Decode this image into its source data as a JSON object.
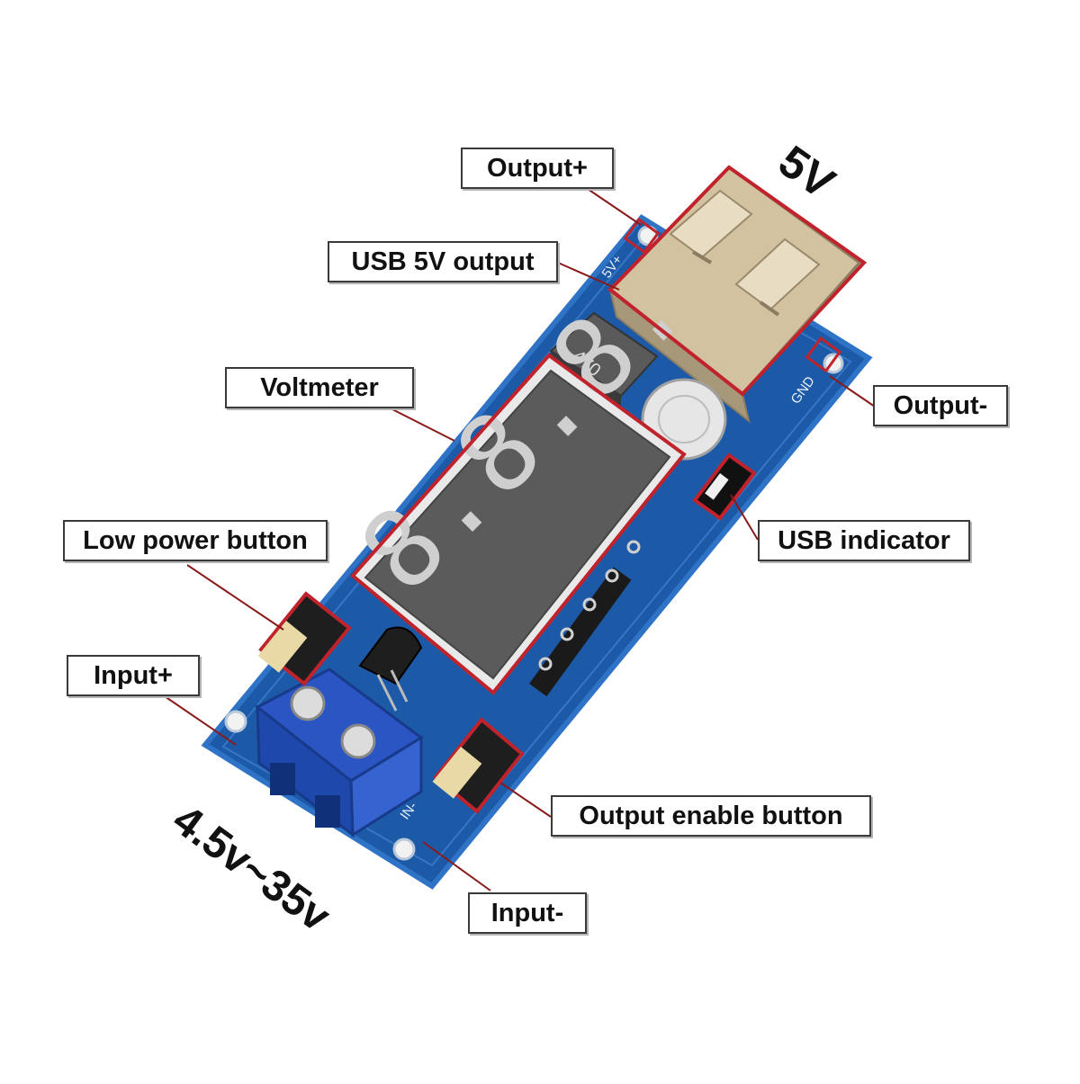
{
  "labels": {
    "output_plus": "Output+",
    "usb_5v_output": "USB 5V output",
    "voltmeter": "Voltmeter",
    "output_minus": "Output-",
    "usb_indicator": "USB indicator",
    "low_power_button": "Low power button",
    "input_plus": "Input+",
    "output_enable_button": "Output enable button",
    "input_minus": "Input-"
  },
  "voltage": {
    "output": "5V",
    "input_range": "4.5v~35v"
  },
  "board_silkscreen": {
    "inductor": "470",
    "usb_v": "5V+",
    "gnd": "GND",
    "in_minus": "IN-"
  },
  "display_digits": "8.8.8.",
  "colors": {
    "pcb": "#1c5aa8",
    "pcb_edge": "#2f73c6",
    "terminal": "#2a55c2",
    "display_face": "#5b5b5b",
    "leader": "#8a1a1a",
    "highlight": "#c0232b"
  }
}
